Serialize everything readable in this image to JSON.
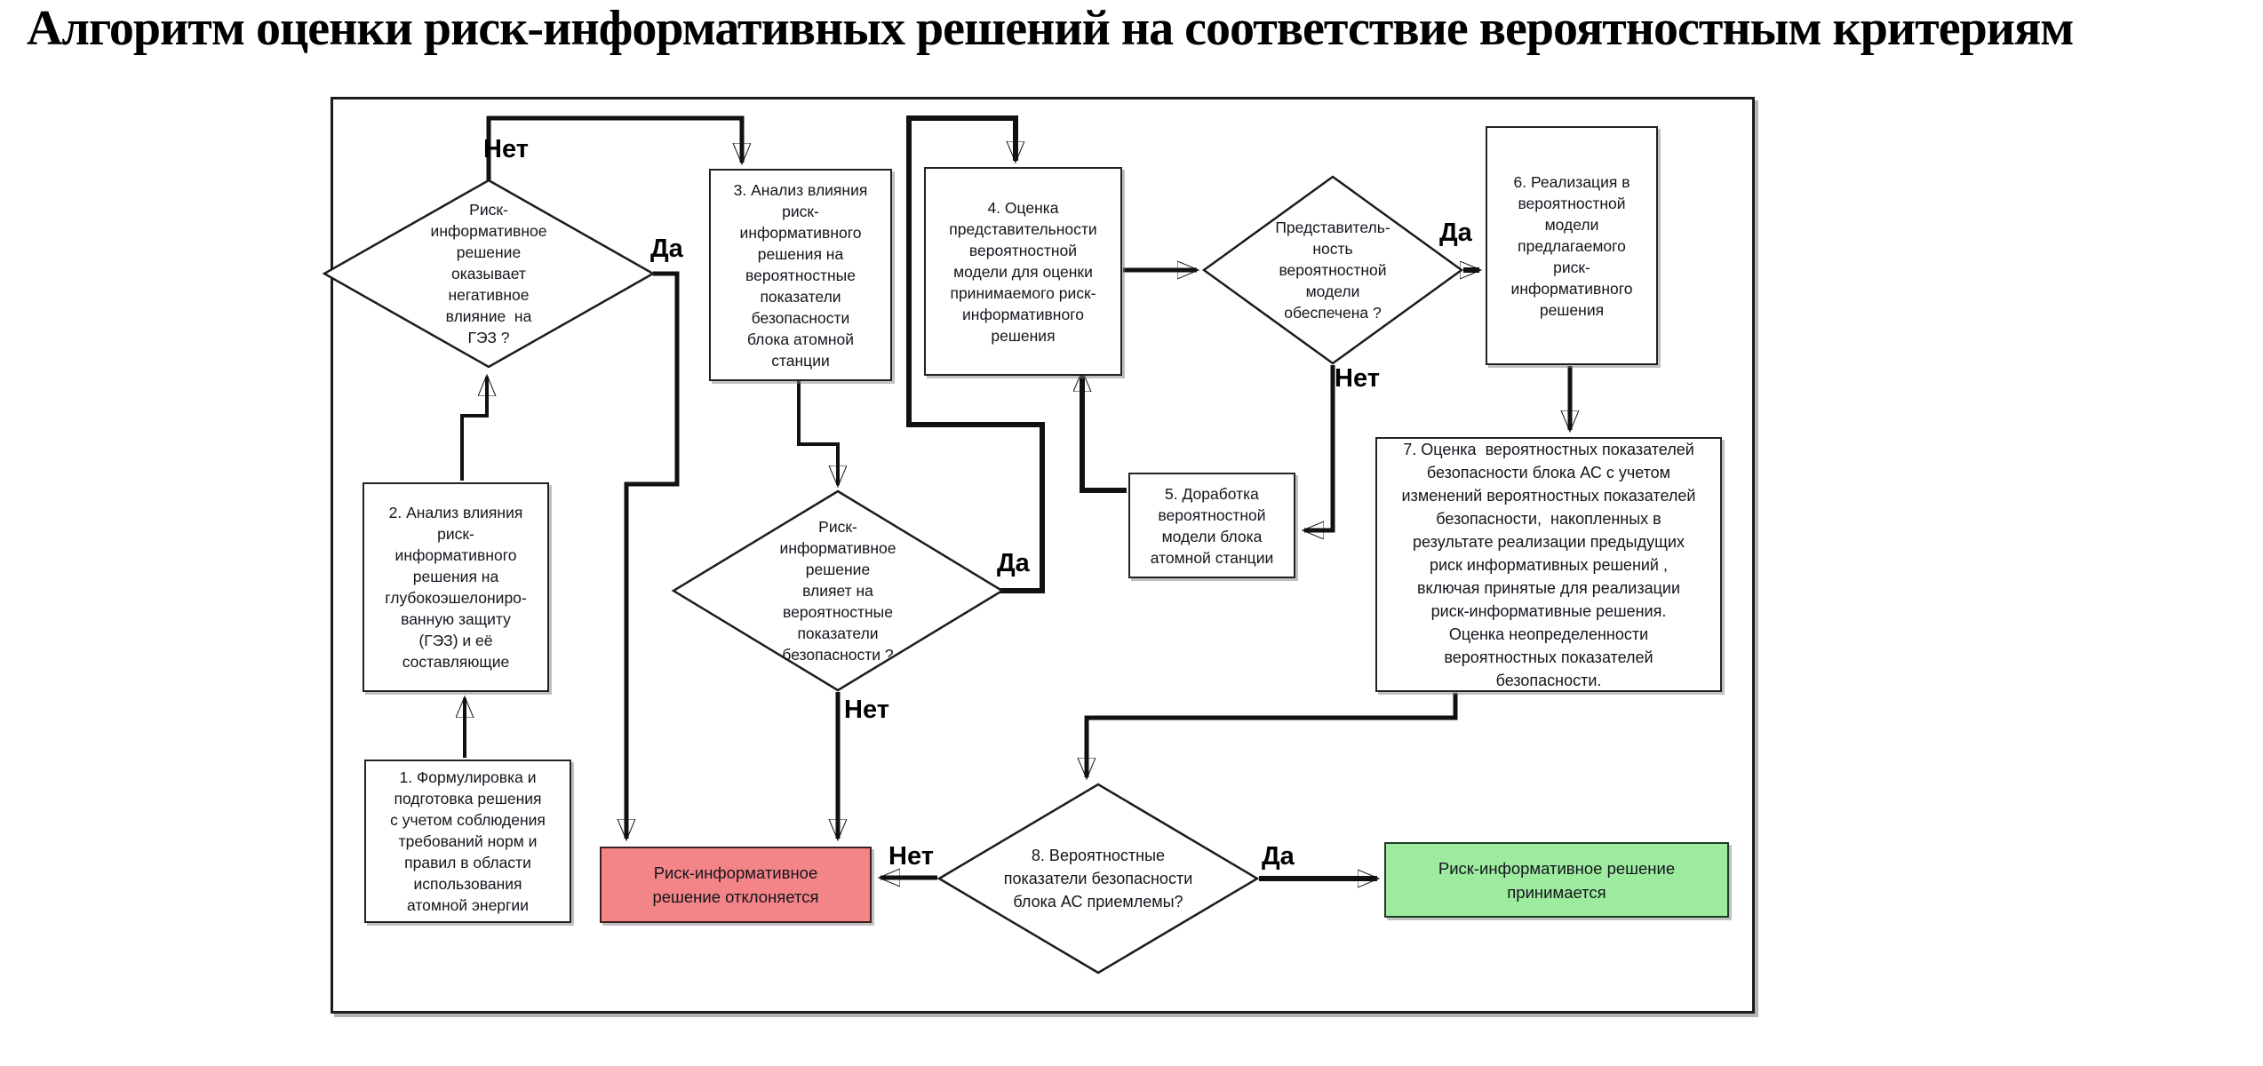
{
  "title": "Алгоритм оценки риск-информативных решений на соответствие вероятностным критериям",
  "colors": {
    "line": "#111111",
    "node_border": "#222222",
    "node_fill": "#ffffff",
    "reject_fill": "#f38487",
    "accept_fill": "#9deb9f"
  },
  "nodes": {
    "box1": {
      "text": "1. Формулировка и\nподготовка решения\nс учетом соблюдения\nтребований норм и\nправил в области\nиспользования\nатомной энергии"
    },
    "box2": {
      "text": "2. Анализ влияния\nриск-\nинформативного\nрешения на\nглубокоэшелониро-\nванную защиту\n(ГЭЗ) и её\nсоставляющие"
    },
    "box3": {
      "text": "3. Анализ влияния\nриск-\nинформативного\nрешения на\nвероятностные\nпоказатели\nбезопасности\nблока атомной\nстанции"
    },
    "box4": {
      "text": "4. Оценка\nпредставительности\nвероятностной\nмодели для оценки\nпринимаемого риск-\nинформативного\nрешения"
    },
    "box5": {
      "text": "5. Доработка\nвероятностной\nмодели блока\nатомной станции"
    },
    "box6": {
      "text": "6. Реализация в\nвероятностной\nмодели\nпредлагаемого\nриск-\nинформативного\nрешения"
    },
    "box7": {
      "text": "7. Оценка  вероятностных показателей\nбезопасности блока АС с учетом\nизменений вероятностных показателей\nбезопасности,  накопленных в\nрезультате реализации предыдущих\nриск информативных решений ,\nвключая принятые для реализации\nриск-информативные решения.\nОценка неопределенности\nвероятностных показателей\nбезопасности."
    },
    "d1": {
      "text": "Риск-\nинформативное\nрешение\nоказывает\nнегативное\nвлияние  на\nГЭЗ ?"
    },
    "d2": {
      "text": "Риск-\nинформативное\nрешение\nвлияет на\nвероятностные\nпоказатели\nбезопасности ?"
    },
    "d3": {
      "text": "Представитель-\nность\nвероятностной\nмодели\nобеспечена ?"
    },
    "d8": {
      "text": "8. Вероятностные\nпоказатели безопасности\nблока АС приемлемы?"
    },
    "reject": {
      "text": "Риск-информативное\nрешение отклоняется"
    },
    "accept": {
      "text": "Риск-информативное решение\nпринимается"
    }
  },
  "labels": {
    "d1_no": "Нет",
    "d1_yes": "Да",
    "d2_yes": "Да",
    "d2_no": "Нет",
    "d3_yes": "Да",
    "d3_no": "Нет",
    "d8_yes": "Да",
    "d8_no": "Нет"
  }
}
